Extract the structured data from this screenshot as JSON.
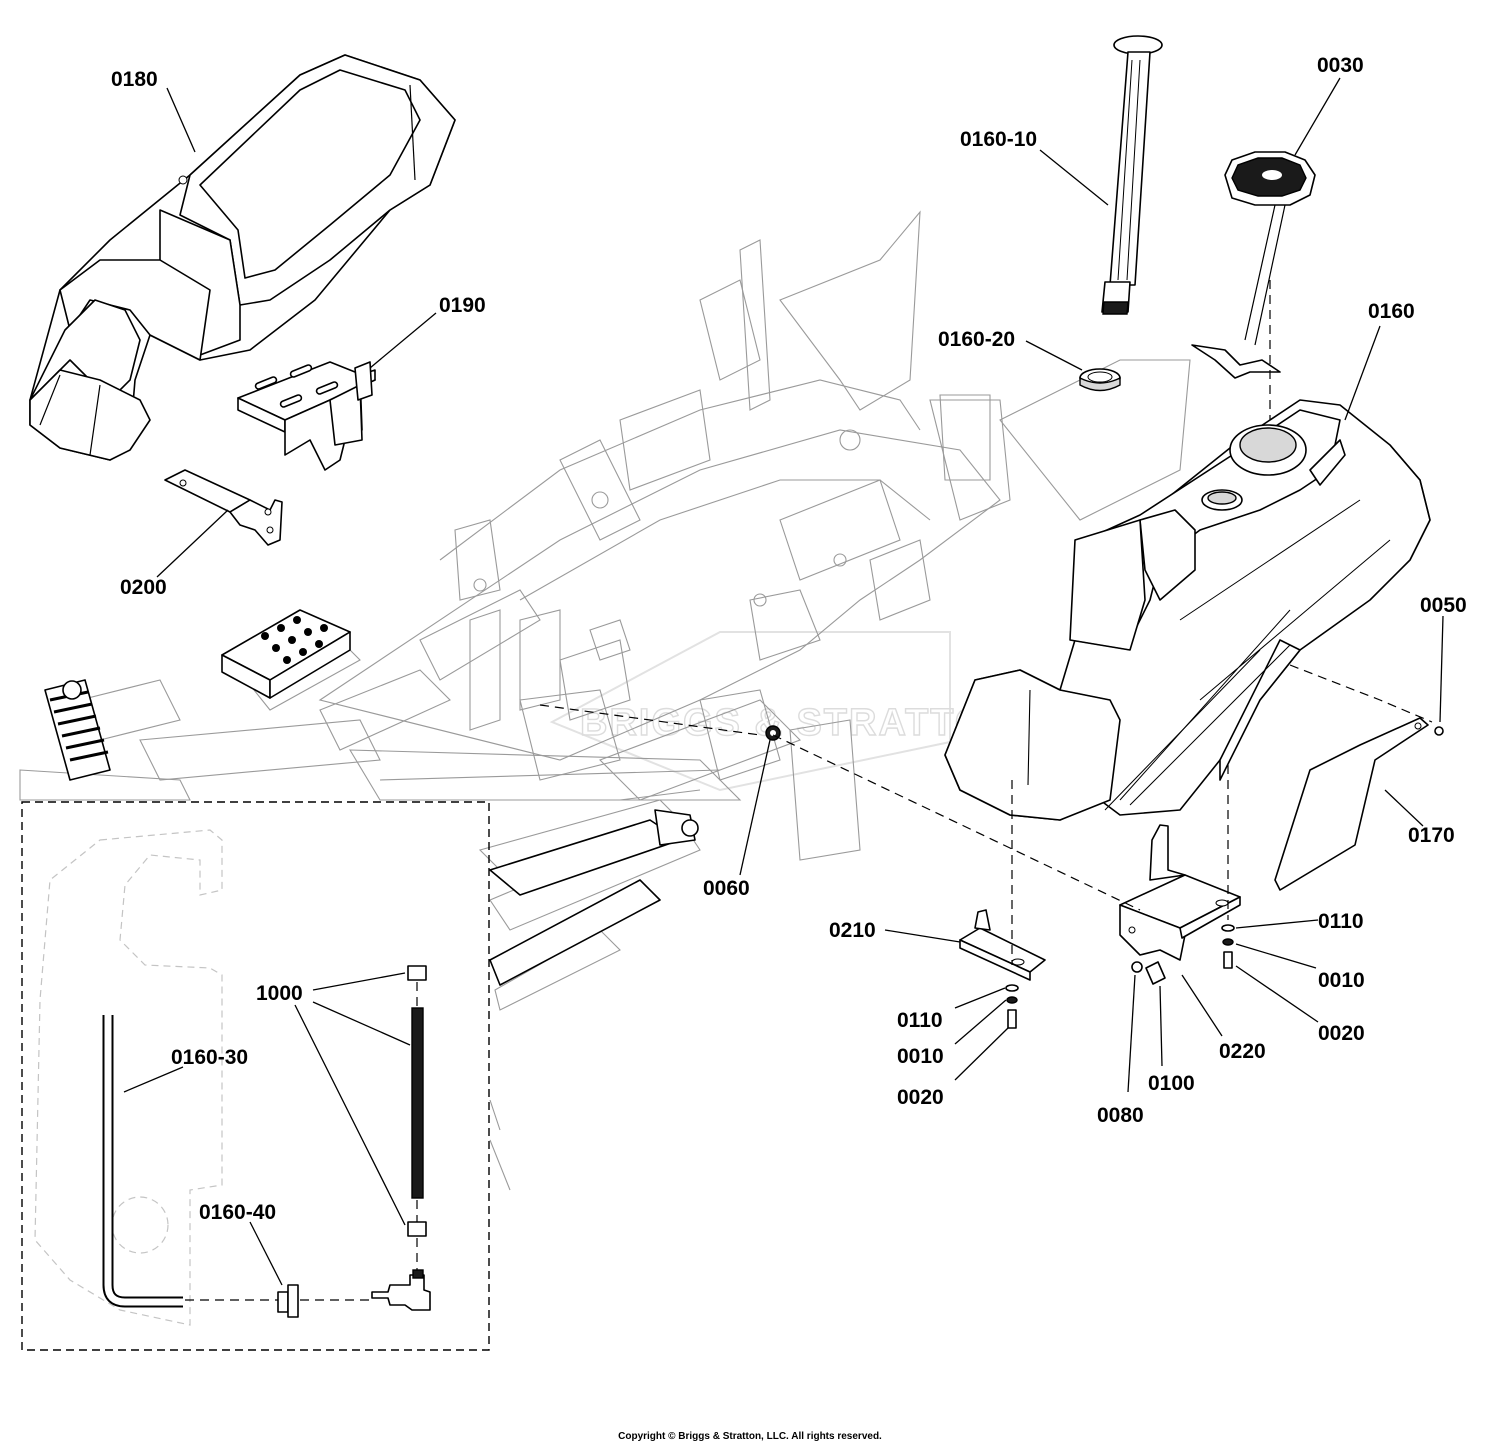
{
  "labels": {
    "p0180": "0180",
    "p0190": "0190",
    "p0200": "0200",
    "p0160_10": "0160-10",
    "p0030": "0030",
    "p0160_20": "0160-20",
    "p0160": "0160",
    "p0050": "0050",
    "p0170": "0170",
    "p0060": "0060",
    "p0210": "0210",
    "p0110a": "0110",
    "p0010a": "0010",
    "p0020a": "0020",
    "p0110b": "0110",
    "p0010b": "0010",
    "p0020b": "0020",
    "p0220": "0220",
    "p0100": "0100",
    "p0080": "0080",
    "p1000": "1000",
    "p0160_30": "0160-30",
    "p0160_40": "0160-40"
  },
  "watermark": "BRIGGS & STRATTON",
  "copyright": "Copyright © Briggs & Stratton, LLC. All rights reserved."
}
